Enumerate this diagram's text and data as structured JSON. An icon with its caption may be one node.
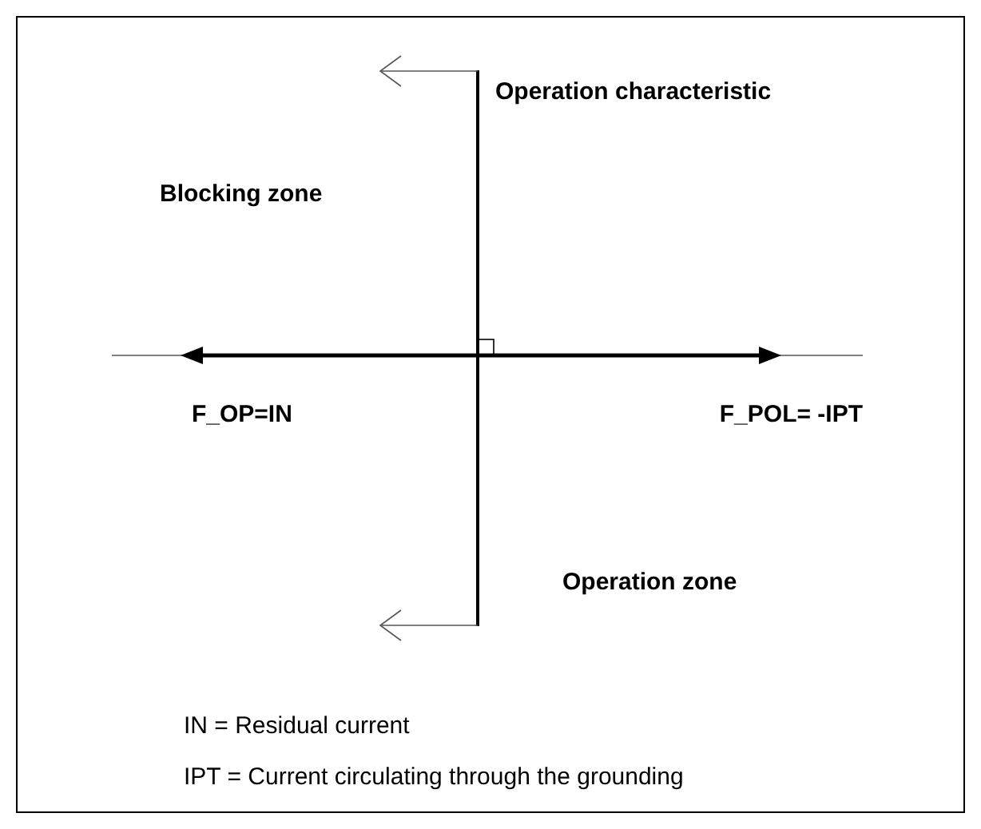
{
  "diagram": {
    "labels": [
      "Operation characteristic",
      "Blocking zone",
      "F_OP=IN",
      "F_POL= -IPT",
      "Operation zone",
      "IN = Residual current",
      "IPT = Current circulating through the grounding"
    ]
  }
}
